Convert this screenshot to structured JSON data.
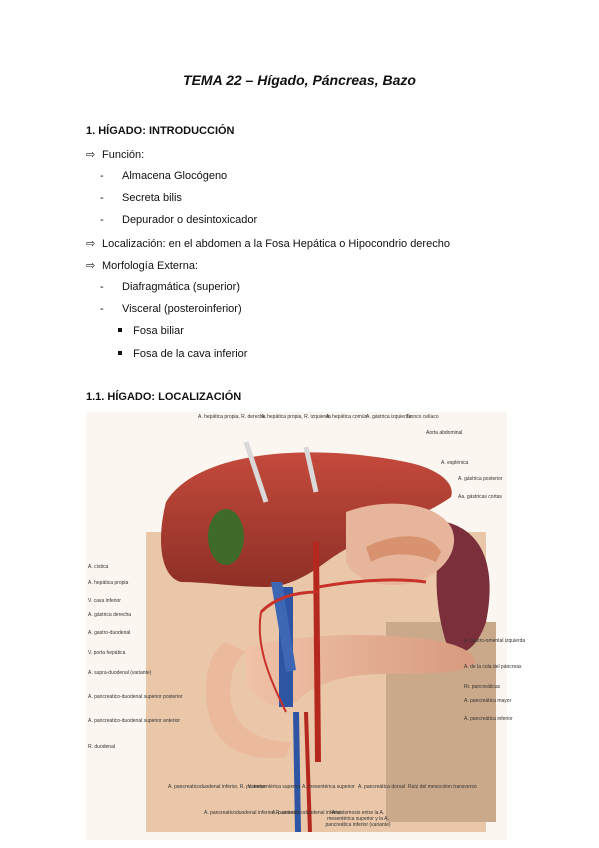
{
  "title": "TEMA 22 – Hígado, Páncreas, Bazo",
  "section1": {
    "heading": "1. HÍGADO: INTRODUCCIÓN",
    "arrow_symbol": "⇨",
    "items": {
      "funcion": "Función:",
      "f1": "Almacena Glocógeno",
      "f2": "Secreta bilis",
      "f3": "Depurador o desintoxicador",
      "localizacion": "Localización: en el abdomen a la Fosa Hepática o Hipocondrio derecho",
      "morfologia": "Morfología Externa:",
      "m1": "Diafragmática (superior)",
      "m2": "Visceral (posteroinferior)",
      "m2a": "Fosa biliar",
      "m2b": "Fosa de la cava inferior"
    }
  },
  "section11": {
    "heading": "1.1. HÍGADO: LOCALIZACIÓN"
  },
  "figure": {
    "labels_top": {
      "t1": "A. hepática propia, R. derecha",
      "t2": "A. hepática propia, R. izquierda",
      "t3": "A. hepática común",
      "t4": "A. gástrica izquierda",
      "t5": "Tronco celíaco",
      "t6": "Aorta abdominal"
    },
    "labels_left": {
      "l1": "A. cística",
      "l2": "A. hepática propia",
      "l3": "V. cava inferior",
      "l4": "A. gástrica derecha",
      "l5": "A. gastro-duodenal",
      "l6": "V. porta hepática",
      "l7": "A. supra-duodenal (variante)",
      "l8": "A. pancreatico-duodenal superior posterior",
      "l9": "A. pancreatico-duodenal superior anterior",
      "l10": "R. duodenal"
    },
    "labels_right": {
      "r1": "A. esplénica",
      "r2": "A. gástrica posterior",
      "r3": "Aa. gástricas cortas",
      "r4": "A. gastro-omental izquierda",
      "r5": "A. de la cola del páncreas",
      "r6": "Rr. pancreáticas",
      "r7": "A. pancreática mayor",
      "r8": "A. pancreática inferior"
    },
    "labels_bottom": {
      "b1": "A. pancreaticoduodenal inferior, R. posterior",
      "b2": "V. mesentérica superior",
      "b3": "A. mesentérica superior",
      "b4": "A. pancreática dorsal",
      "b5": "Raíz del mesocolon transverso",
      "b6": "A. pancreaticoduodenal inferior, R. anterior",
      "b7": "A. pancreaticoduodenal inferior",
      "b8": "Anastomosis entre la A. mesentérica superior y la A. pancreática inferior (variante)"
    }
  }
}
